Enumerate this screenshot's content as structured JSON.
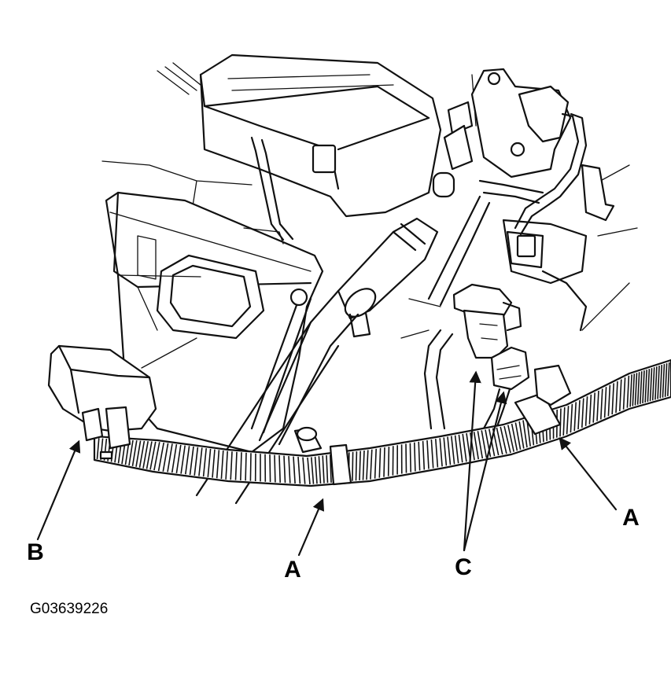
{
  "figure_id": "G03639226",
  "callouts": {
    "a_left": "A",
    "a_right": "A",
    "b": "B",
    "c": "C"
  },
  "colors": {
    "ink": "#111111",
    "background": "#ffffff"
  }
}
